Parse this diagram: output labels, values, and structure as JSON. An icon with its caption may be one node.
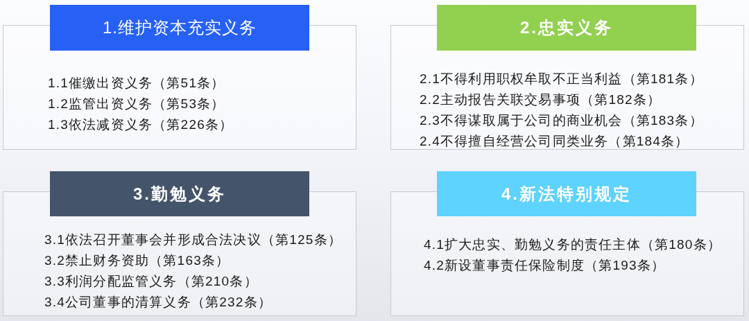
{
  "diagram": {
    "nodes": [
      {
        "text": [
          "1.维护资本充实义务"
        ]
      },
      {
        "text": [
          "1.1催缴出资义务（第51条）",
          "1.2监管出资义务（第53条）",
          "1.3依法减资义务（第226条）"
        ]
      },
      {
        "text": [
          "2.忠实义务"
        ]
      },
      {
        "text": [
          "2.1不得利用职权牟取不正当利益（第181条）",
          "2.2主动报告关联交易事项（第182条）",
          "2.3不得谋取属于公司的商业机会（第183条）",
          "2.4不得擅自经营公司同类业务（第184条）"
        ]
      },
      {
        "text": [
          "3.勤勉义务"
        ]
      },
      {
        "text": [
          "3.1依法召开董事会并形成合法决议（第125条）",
          "3.2禁止财务资助（第163条）",
          "3.3利润分配监管义务（第210条）",
          "3.4公司董事的清算义务（第232条）"
        ]
      },
      {
        "text": [
          "4.新法特别规定"
        ]
      },
      {
        "text": [
          "4.1扩大忠实、勤勉义务的责任主体（第180条）",
          "4.2新设董事责任保险制度（第193条）"
        ]
      }
    ]
  }
}
